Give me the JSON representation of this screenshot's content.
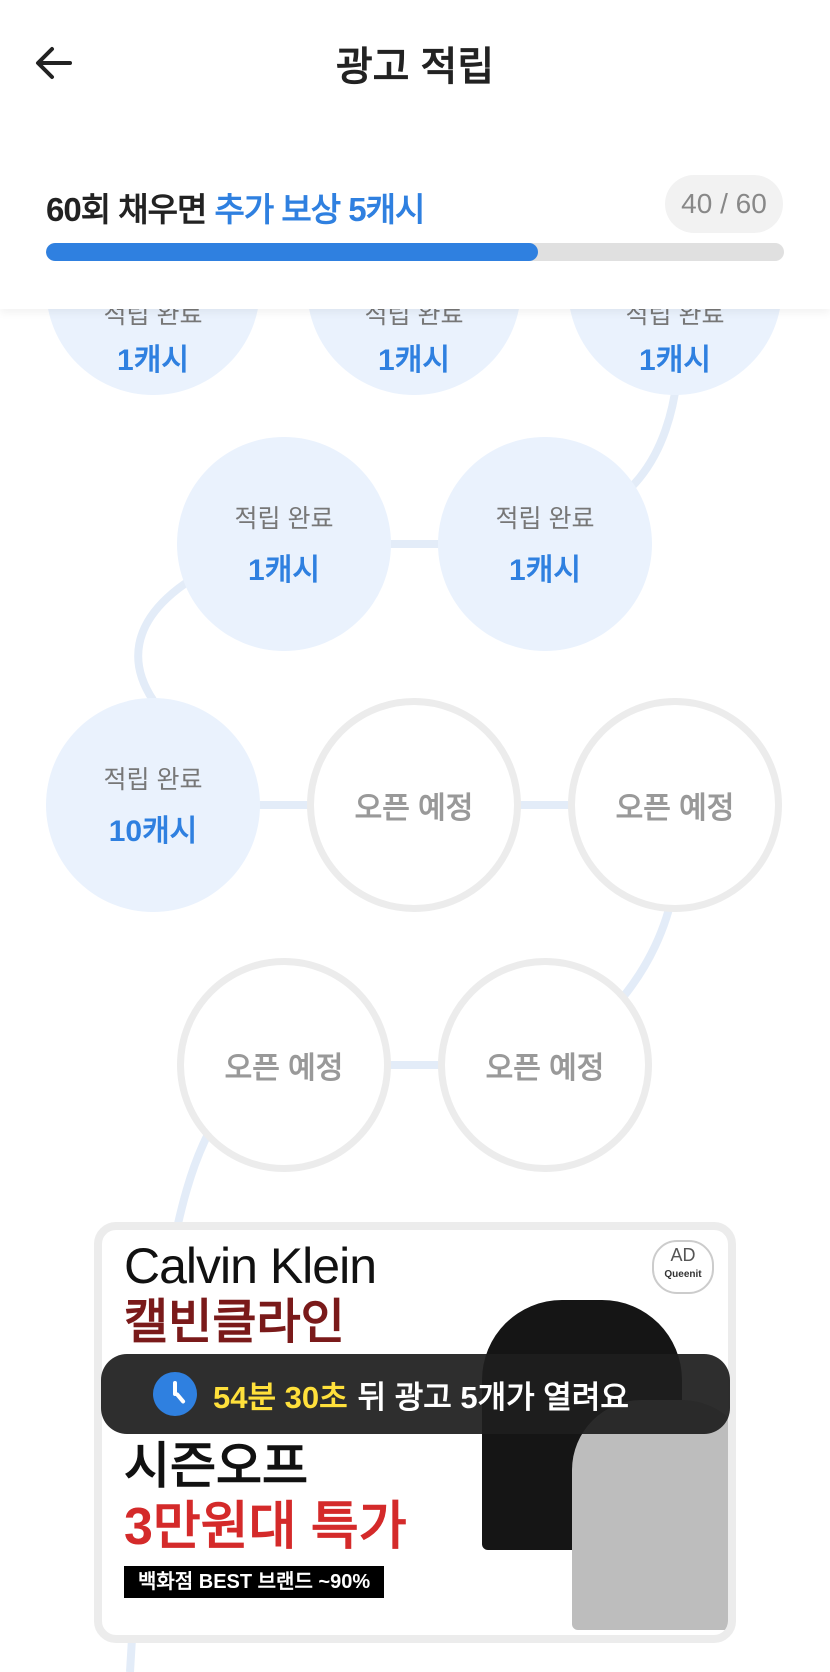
{
  "header": {
    "title": "광고 적립",
    "back_icon": "arrow-left-icon"
  },
  "progress": {
    "goal_prefix": "60회 채우면",
    "goal_highlight": "추가 보상 5캐시",
    "count_label": "40 / 60",
    "current": 40,
    "total": 60,
    "accent": "#2f80e0"
  },
  "nodes": [
    {
      "status": "done",
      "label": "적립 완료",
      "value": "1캐시"
    },
    {
      "status": "done",
      "label": "적립 완료",
      "value": "1캐시"
    },
    {
      "status": "done",
      "label": "적립 완료",
      "value": "1캐시"
    },
    {
      "status": "done",
      "label": "적립 완료",
      "value": "1캐시"
    },
    {
      "status": "done",
      "label": "적립 완료",
      "value": "1캐시"
    },
    {
      "status": "done",
      "label": "적립 완료",
      "value": "10캐시"
    },
    {
      "status": "open",
      "label": "오픈 예정"
    },
    {
      "status": "open",
      "label": "오픈 예정"
    },
    {
      "status": "open",
      "label": "오픈 예정"
    },
    {
      "status": "open",
      "label": "오픈 예정"
    }
  ],
  "ad": {
    "brand": "Calvin Klein",
    "badge": "AD",
    "badge_sub": "Queenit",
    "line1": "캘빈클라인",
    "line2": "시즌오프",
    "line3": "3만원대 특가",
    "tag": "백화점 BEST 브랜드 ~90%"
  },
  "toast": {
    "time": "54분 30초",
    "message": "뒤 광고 5개가 열려요",
    "icon": "clock-icon"
  }
}
